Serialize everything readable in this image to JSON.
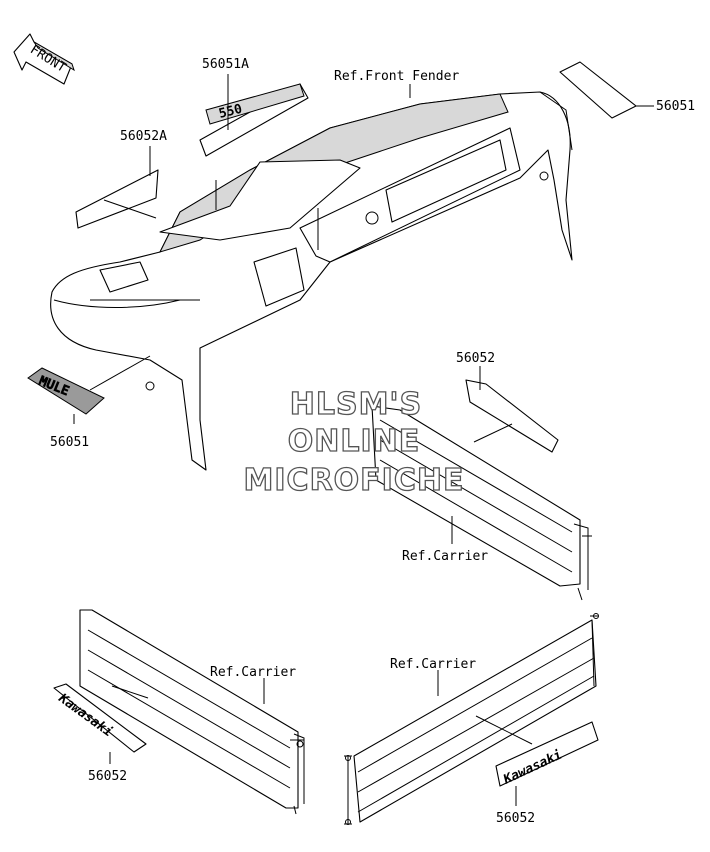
{
  "direction_label": "FRONT",
  "watermark": {
    "line1": "HLSM'S",
    "line2": "ONLINE",
    "line3": "MICROFICHE"
  },
  "callouts": {
    "label_56051A": "56051A",
    "label_56052A": "56052A",
    "label_ref_front_fender": "Ref.Front Fender",
    "label_56051_top": "56051",
    "label_56051_left": "56051",
    "label_56052_right": "56052",
    "label_ref_carrier_1": "Ref.Carrier",
    "label_ref_carrier_2": "Ref.Carrier",
    "label_56052_bottom_left": "56052",
    "label_ref_carrier_3": "Ref.Carrier",
    "label_56052_bottom_right": "56052"
  },
  "decals": {
    "mule_text": "MULE",
    "kawasaki_text": "Kawasaki",
    "mule_550_text": "550"
  },
  "colors": {
    "line": "#000000",
    "shade": "#d8d8d8",
    "dark": "#9a9a9a",
    "watermark_outline": "#555555"
  }
}
